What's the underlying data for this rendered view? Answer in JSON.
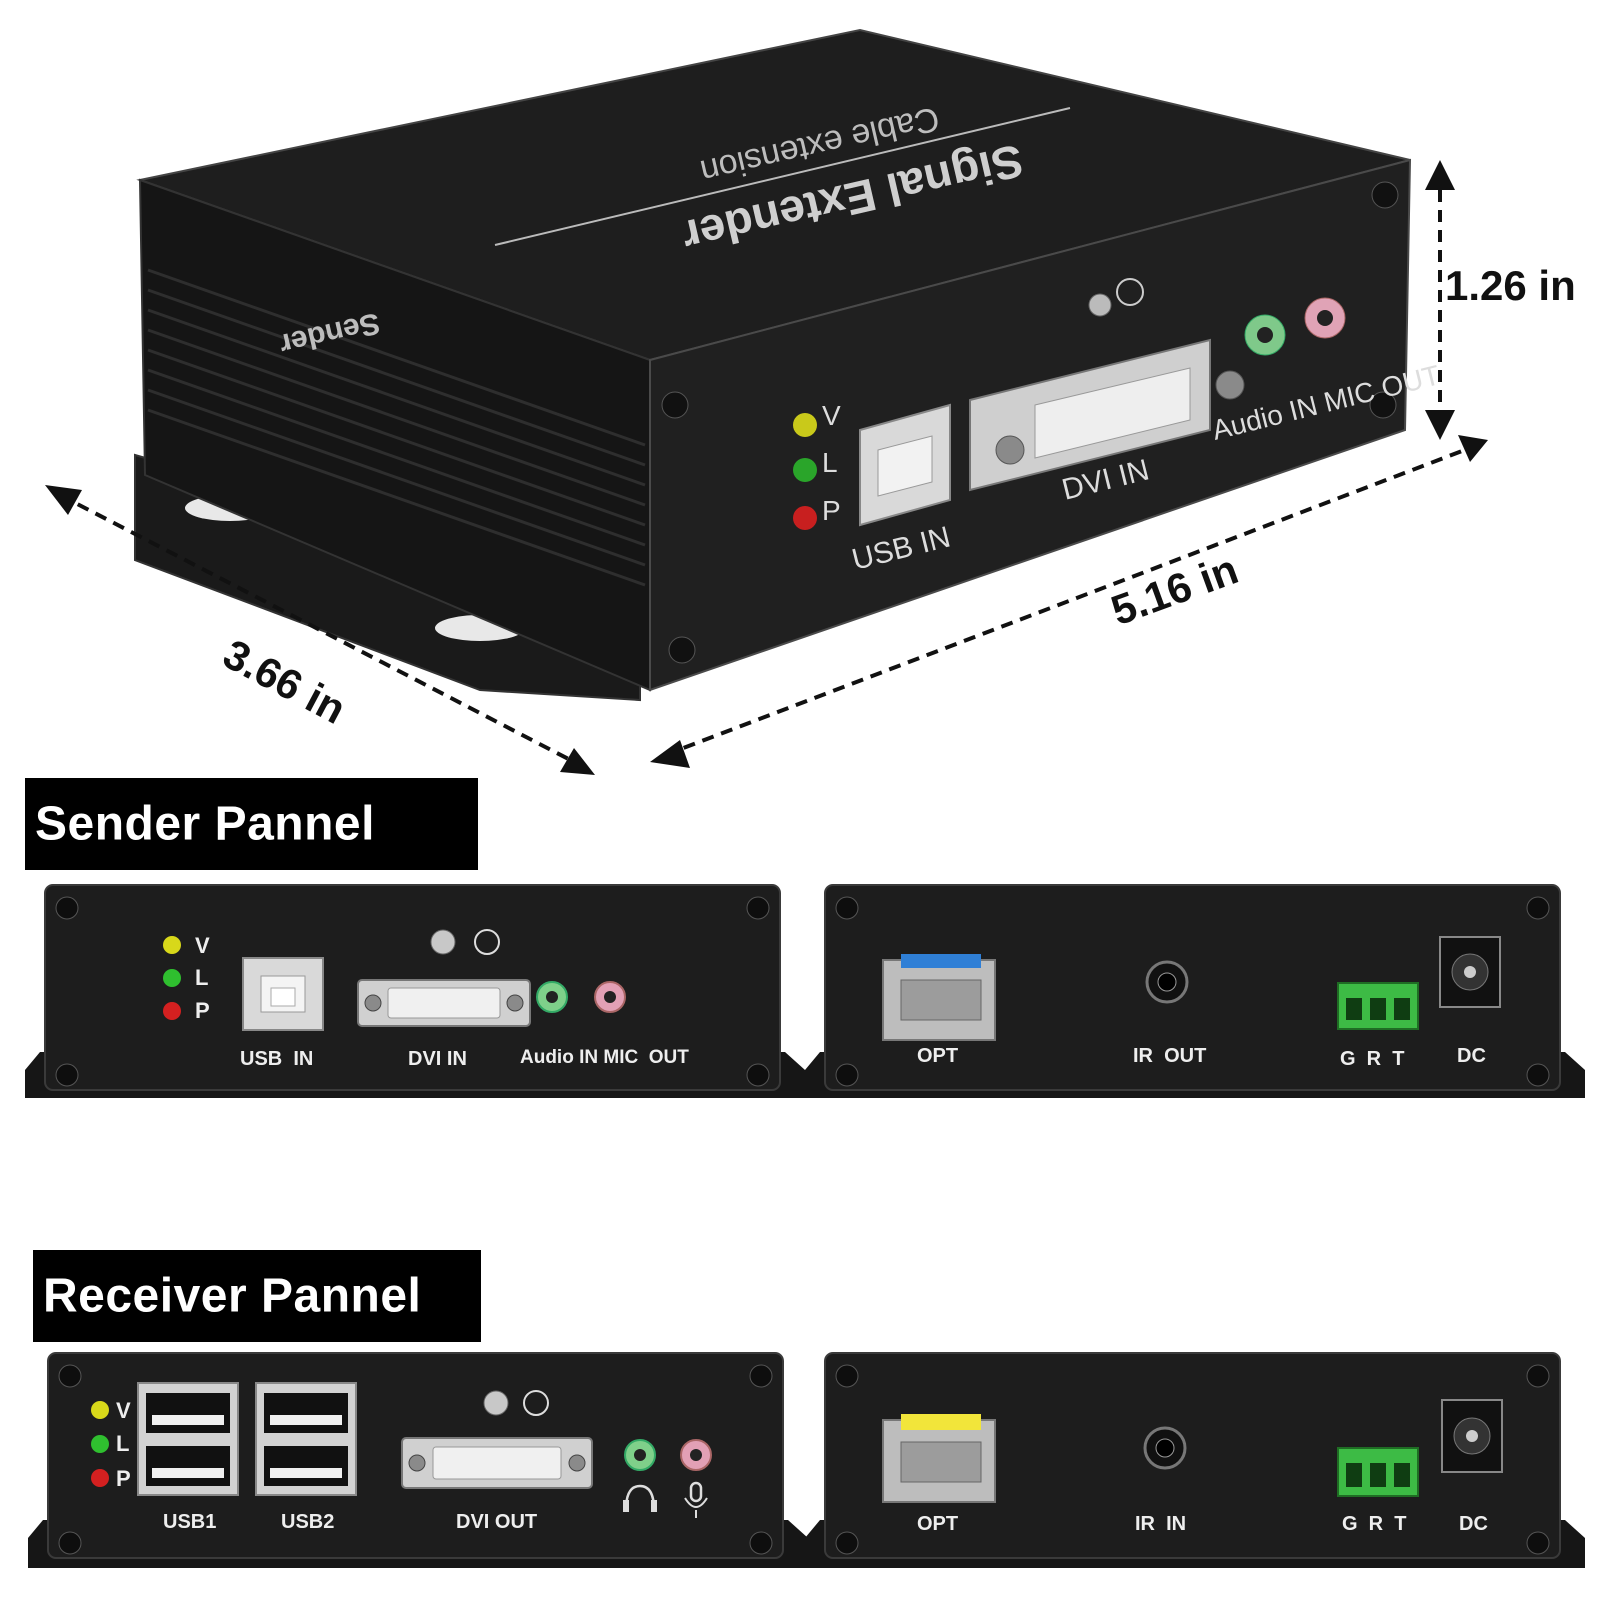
{
  "device": {
    "top_title": "Signal Extender",
    "top_subtitle": "Cable extension",
    "top_role": "Sender",
    "leds": [
      "V",
      "L",
      "P"
    ],
    "usb_label": "USB  IN",
    "dvi_label": "DVI IN",
    "audio_label": "Audio IN MIC OUT"
  },
  "dimensions": {
    "height": "1.26 in",
    "width": "5.16 in",
    "depth": "3.66 in"
  },
  "sender": {
    "heading": "Sender Pannel",
    "front": {
      "leds": [
        "V",
        "L",
        "P"
      ],
      "usb_label": "USB  IN",
      "dvi_label": "DVI IN",
      "audio_label": "Audio IN MIC  OUT"
    },
    "back": {
      "opt_label": "OPT",
      "ir_label": "IR  OUT",
      "terminal_label": "G  R  T",
      "dc_label": "DC",
      "sfp_color": "#2f7fd6"
    }
  },
  "receiver": {
    "heading": "Receiver Pannel",
    "front": {
      "leds": [
        "V",
        "L",
        "P"
      ],
      "usb1_label": "USB1",
      "usb2_label": "USB2",
      "dvi_label": "DVI OUT"
    },
    "back": {
      "opt_label": "OPT",
      "ir_label": "IR  IN",
      "terminal_label": "G  R  T",
      "dc_label": "DC",
      "sfp_color": "#f2e53a"
    }
  },
  "colors": {
    "led_v": "#d8d81a",
    "led_l": "#2fbf2f",
    "led_p": "#d42020",
    "terminal": "#3dbb45",
    "audio_in": "#7fd08a",
    "mic_out": "#e2a0b5"
  }
}
